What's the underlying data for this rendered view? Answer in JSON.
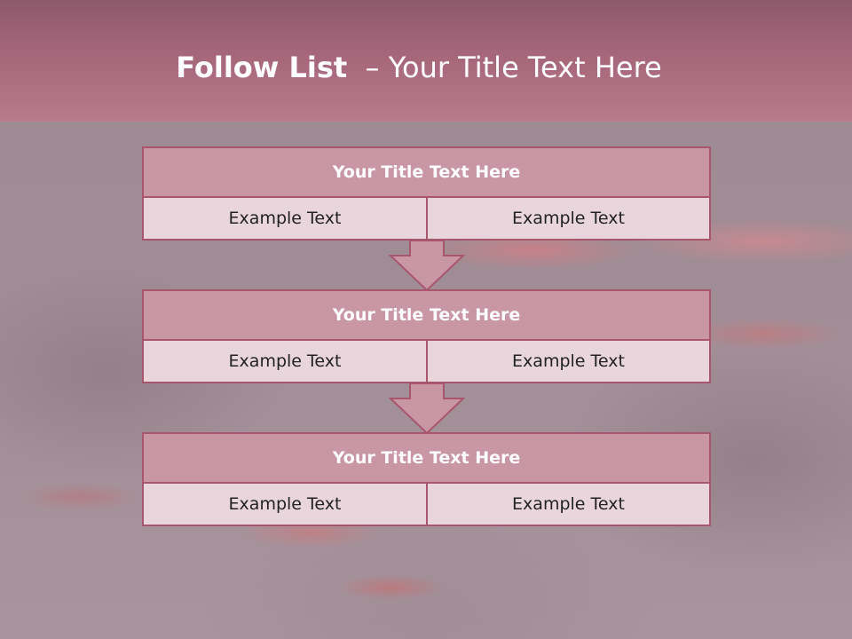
{
  "header": {
    "title_bold": "Follow List",
    "title_rest": "– Your Title Text Here"
  },
  "rows": [
    {
      "title": "Your Title Text Here",
      "left": "Example Text",
      "right": "Example Text"
    },
    {
      "title": "Your Title Text Here",
      "left": "Example Text",
      "right": "Example Text"
    },
    {
      "title": "Your Title Text Here",
      "left": "Example Text",
      "right": "Example Text"
    }
  ],
  "colors": {
    "header": "#a8687c",
    "row_title_bg": "#c996a6",
    "cell_bg": "#e8d6dc",
    "border": "#a8566e"
  },
  "icons": [
    "down-arrow-icon"
  ]
}
